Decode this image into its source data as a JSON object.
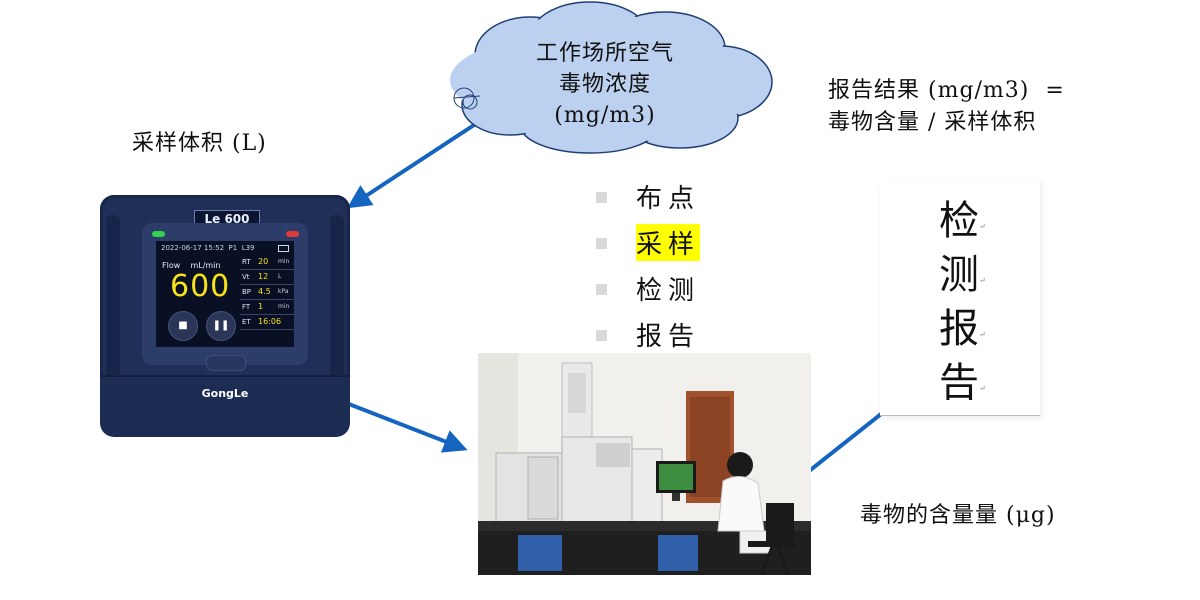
{
  "cloud": {
    "line1": "工作场所空气",
    "line2": "毒物浓度",
    "line3": "(mg/m3)"
  },
  "formula": {
    "line1": "报告结果 (mg/m3)  =",
    "line2": "毒物含量 / 采样体积"
  },
  "labels": {
    "sample_volume": "采样体积 (L)",
    "toxicant_amount": "毒物的含量量 (μg)"
  },
  "steps": [
    {
      "text": "布点",
      "highlighted": false
    },
    {
      "text": "采样",
      "highlighted": true
    },
    {
      "text": "检测",
      "highlighted": false
    },
    {
      "text": "报告",
      "highlighted": false
    }
  ],
  "report": {
    "chars": [
      "检",
      "测",
      "报",
      "告"
    ]
  },
  "device": {
    "model": "Le 600",
    "brand": "GongLe",
    "datetime": "2022-06-17 15:52",
    "p_label": "P1",
    "l_label": "L39",
    "flow_label": "Flow",
    "flow_unit": "mL/min",
    "flow_value": "600",
    "rows": [
      {
        "key": "RT",
        "value": "20",
        "unit": "min"
      },
      {
        "key": "Vt",
        "value": "12",
        "unit": "L"
      },
      {
        "key": "BP",
        "value": "4.5",
        "unit": "kPa"
      },
      {
        "key": "FT",
        "value": "1",
        "unit": "min"
      },
      {
        "key": "ET",
        "value": "16:06",
        "unit": ""
      }
    ],
    "stop_symbol": "■",
    "pause_symbol": "❚❚"
  },
  "colors": {
    "arrow": "#1565c0",
    "cloud_fill": "#bcd1f0",
    "cloud_stroke": "#1f3f73",
    "highlight": "#ffff00",
    "device_body": "#1f2f57",
    "screen_value": "#f6e11a"
  }
}
